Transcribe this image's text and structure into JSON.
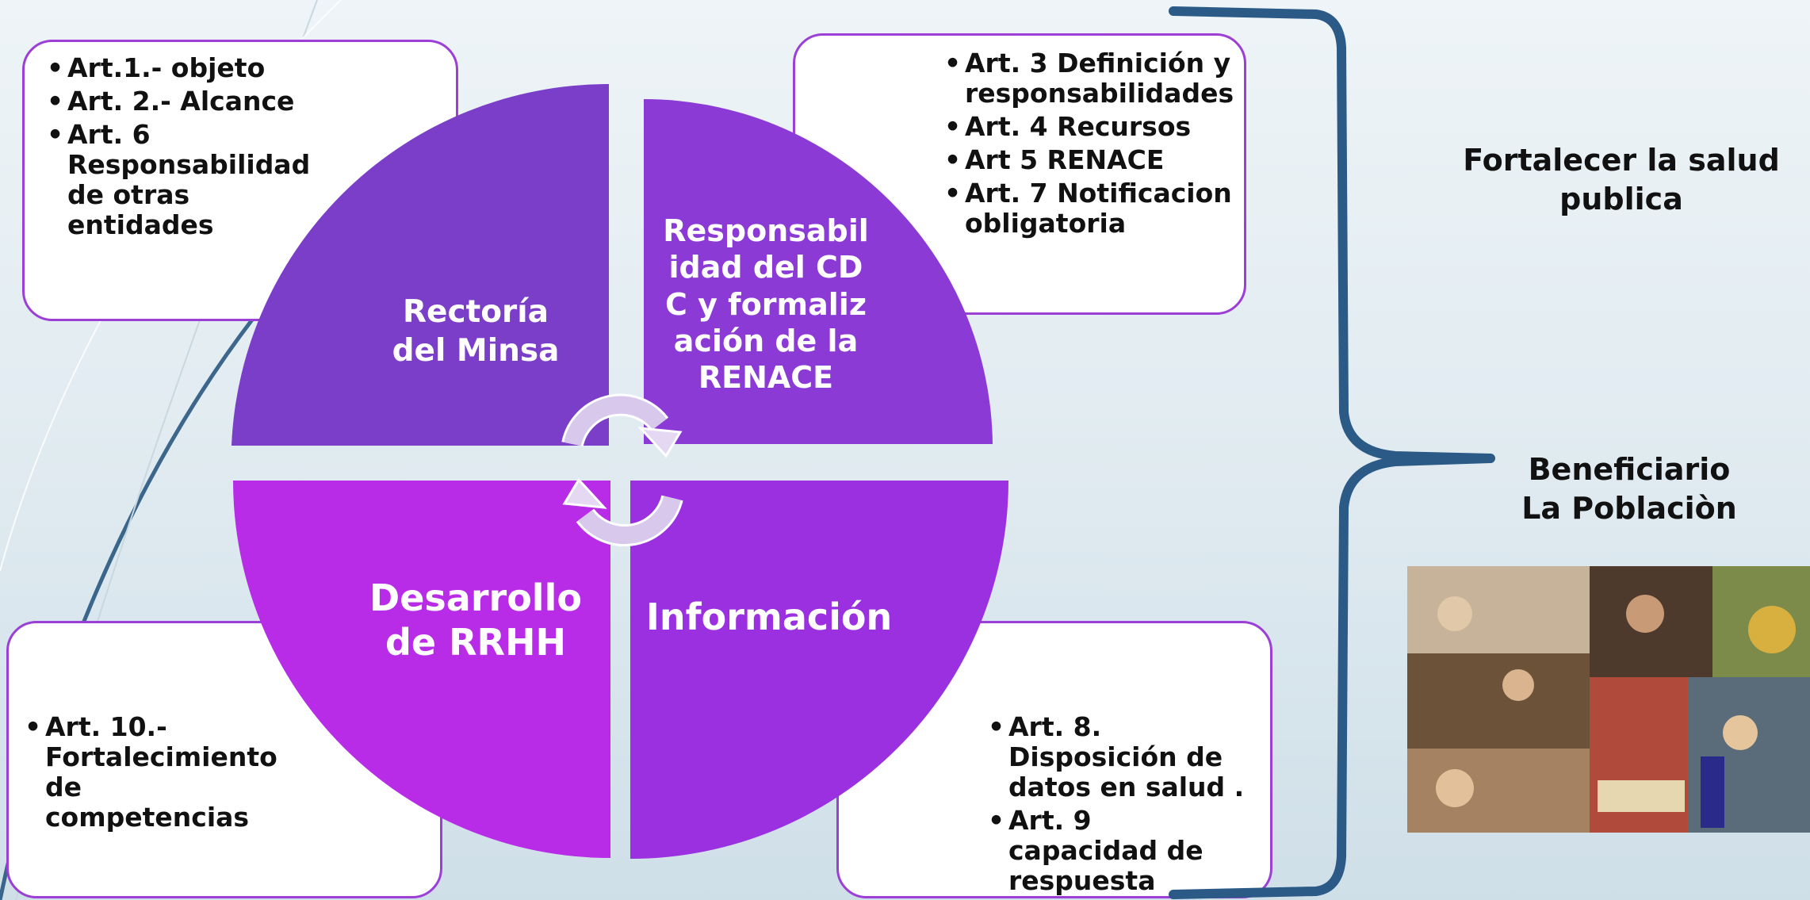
{
  "diagram": {
    "quadrants": {
      "top_left": {
        "label": "Rectoría del Minsa",
        "color": "#7a3ec8"
      },
      "top_right": {
        "label": "Responsabilidad del CDC y formalización de la RENACE",
        "color": "#8b3ad6"
      },
      "bottom_left": {
        "label": "Desarrollo de RRHH",
        "color": "#b82ce8"
      },
      "bottom_right": {
        "label": "Información",
        "color": "#9a30e0"
      }
    },
    "boxes": {
      "top_left": {
        "items": [
          "Art.1.- objeto",
          "Art. 2.- Alcance",
          "Art. 6 Responsabilidad de otras entidades"
        ]
      },
      "top_right": {
        "items": [
          "Art. 3 Definición y responsabilidades",
          "Art. 4 Recursos",
          "Art 5 RENACE",
          "Art. 7 Notificacion obligatoria"
        ]
      },
      "bottom_left": {
        "items": [
          "Art. 10.- Fortalecimiento de competencias"
        ]
      },
      "bottom_right": {
        "items": [
          "Art. 8. Disposición de datos en salud .",
          "Art. 9 capacidad de respuesta"
        ]
      }
    },
    "right_panel": {
      "goal": "Fortalecer la salud publica",
      "beneficiary": "Beneficiario La Poblaciòn"
    },
    "accent_color": "#9b3fd6",
    "brace_color": "#2b5a87"
  }
}
